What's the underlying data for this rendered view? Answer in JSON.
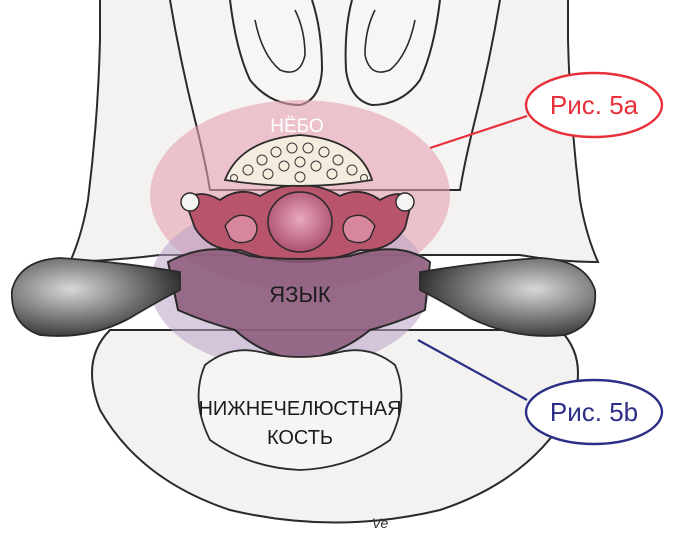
{
  "labels": {
    "palate": "НЁБО",
    "tongue": "ЯЗЫК",
    "mandible_line1": "НИЖНЕЧЕЛЮСТНАЯ",
    "mandible_line2": "КОСТЬ"
  },
  "callouts": {
    "fig_5a": "Рис. 5a",
    "fig_5b": "Рис. 5b"
  },
  "signature": "Ve",
  "colors": {
    "fig_5a": "#e8303a",
    "fig_5b": "#2b2f86",
    "upper_zone": "#e6a0b0",
    "lower_zone": "#b9a2c6",
    "tongue_fill": "#8a5878",
    "muscle_fill": "#b9546d",
    "outline": "#2a2a2a"
  }
}
